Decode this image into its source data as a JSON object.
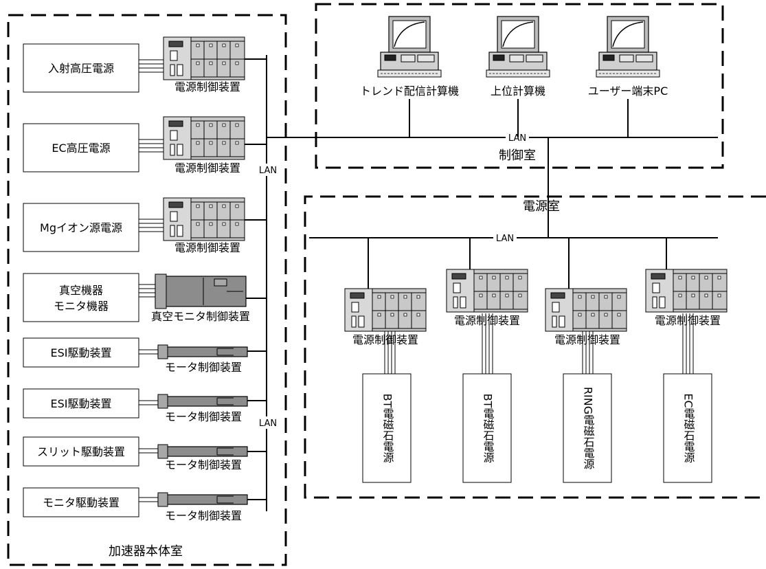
{
  "rooms": {
    "accelerator": "加速器本体室",
    "control": "制御室",
    "power": "電源室"
  },
  "lan": "LAN",
  "computers": [
    {
      "label": "トレンド配信計算機"
    },
    {
      "label": "上位計算機"
    },
    {
      "label": "ユーザー端末PC"
    }
  ],
  "left_devices": [
    {
      "box": [
        "入射高圧電源"
      ],
      "controller": "電源制御装置",
      "kind": "plc"
    },
    {
      "box": [
        "EC高圧電源"
      ],
      "controller": "電源制御装置",
      "kind": "plc"
    },
    {
      "box": [
        "Mgイオン源電源"
      ],
      "controller": "電源制御装置",
      "kind": "plc"
    },
    {
      "box": [
        "真空機器",
        "モニタ機器"
      ],
      "controller": "真空モニタ制御装置",
      "kind": "vacuum"
    },
    {
      "box": [
        "ESI駆動装置"
      ],
      "controller": "モータ制御装置",
      "kind": "motor"
    },
    {
      "box": [
        "ESI駆動装置"
      ],
      "controller": "モータ制御装置",
      "kind": "motor"
    },
    {
      "box": [
        "スリット駆動装置"
      ],
      "controller": "モータ制御装置",
      "kind": "motor"
    },
    {
      "box": [
        "モニタ駆動装置"
      ],
      "controller": "モータ制御装置",
      "kind": "motor"
    }
  ],
  "power_units": [
    {
      "controller": "電源制御装置",
      "supply": "BT電磁石電源"
    },
    {
      "controller": "電源制御装置",
      "supply": "BT電磁石電源"
    },
    {
      "controller": "電源制御装置",
      "supply": "RING電磁石電源"
    },
    {
      "controller": "電源制御装置",
      "supply": "EC電磁石電源"
    }
  ]
}
